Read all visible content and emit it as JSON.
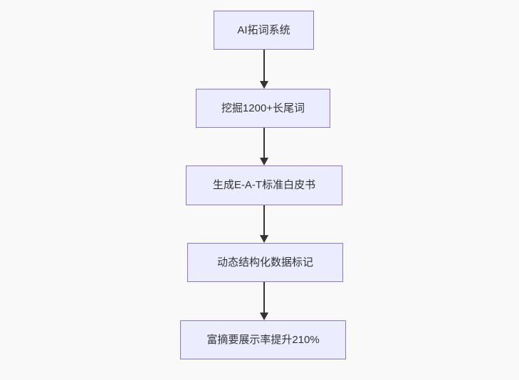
{
  "diagram": {
    "type": "flowchart",
    "direction": "top-down",
    "nodes": [
      {
        "id": "n1",
        "label": "AI拓词系统"
      },
      {
        "id": "n2",
        "label": "挖掘1200+长尾词"
      },
      {
        "id": "n3",
        "label": "生成E-A-T标准白皮书"
      },
      {
        "id": "n4",
        "label": "动态结构化数据标记"
      },
      {
        "id": "n5",
        "label": "富摘要展示率提升210%"
      }
    ],
    "edges": [
      {
        "from": "n1",
        "to": "n2",
        "arrow": "down"
      },
      {
        "from": "n2",
        "to": "n3",
        "arrow": "down"
      },
      {
        "from": "n3",
        "to": "n4",
        "arrow": "down"
      },
      {
        "from": "n4",
        "to": "n5",
        "arrow": "down"
      }
    ],
    "colors": {
      "background": "#f9f9f9",
      "node_fill": "#ECECFF",
      "node_border": "#9370DB",
      "node_text": "#333333",
      "arrow": "#333333"
    }
  }
}
